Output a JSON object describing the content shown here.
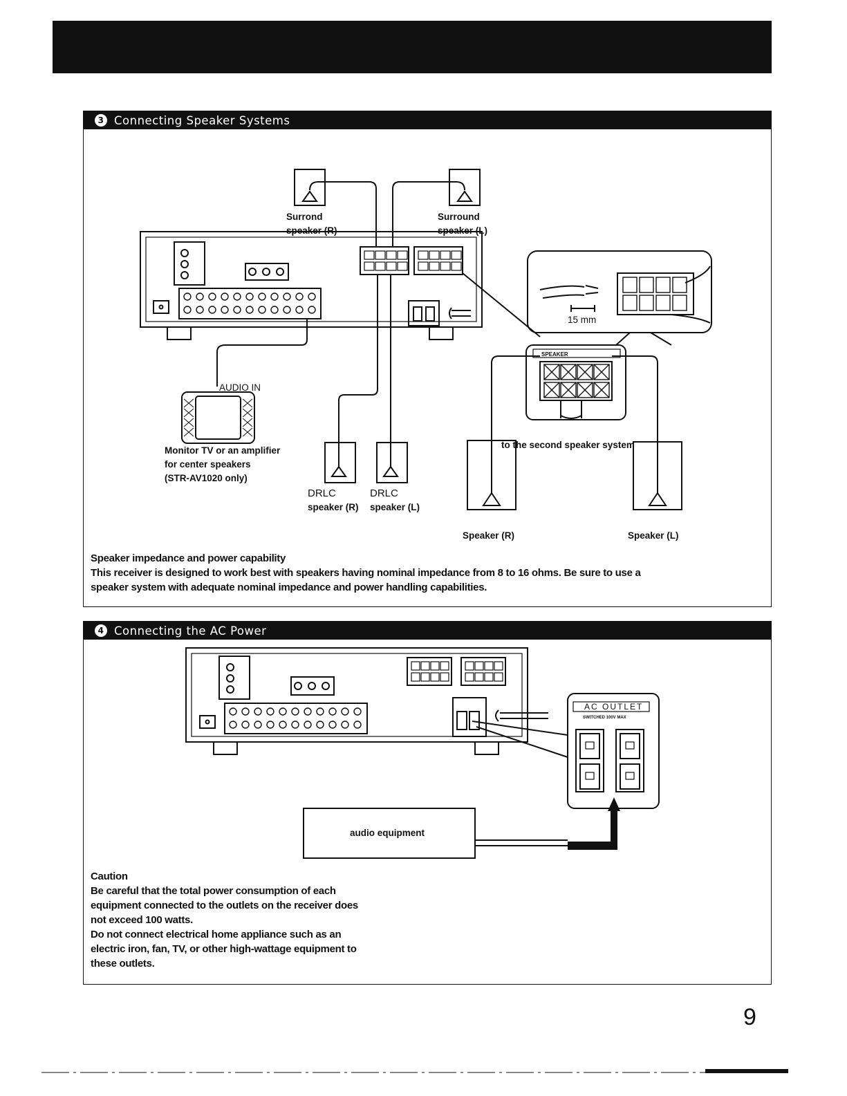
{
  "page": {
    "number": "9"
  },
  "section3": {
    "step": "3",
    "title": "Connecting Speaker Systems",
    "labels": {
      "surround_r_1": "Surrond",
      "surround_r_2": "speaker (R)",
      "surround_l_1": "Surround",
      "surround_l_2": "speaker (L)",
      "mm": "15 mm",
      "speaker_panel": "SPEAKER",
      "audio_in": "AUDIO IN",
      "monitor_1": "Monitor TV or an amplifier",
      "monitor_2": "for center speakers",
      "monitor_3": "(STR-AV1020 only)",
      "drlc_r_1": "DRLC",
      "drlc_r_2": "speaker (R)",
      "drlc_l_1": "DRLC",
      "drlc_l_2": "speaker (L)",
      "second_system": "to the second speaker system",
      "speaker_r": "Speaker (R)",
      "speaker_l": "Speaker (L)"
    },
    "note_title": "Speaker impedance and power capability",
    "note_body": "This receiver is designed to work best with speakers having nominal impedance from 8 to 16 ohms. Be sure to use a\nspeaker system with adequate nominal impedance and power handling capabilities."
  },
  "section4": {
    "step": "4",
    "title": "Connecting the AC Power",
    "labels": {
      "ac_outlet": "AC OUTLET",
      "switched": "SWITCHED 100V MAX",
      "audio_equipment": "audio equipment"
    },
    "caution_title": "Caution",
    "caution_body": "Be careful that the total power consumption of each\nequipment connected to the outlets on the receiver does\nnot exceed 100 watts.\nDo not connect electrical home appliance such as an\nelectric iron, fan, TV, or other high-wattage equipment to\nthese outlets."
  }
}
